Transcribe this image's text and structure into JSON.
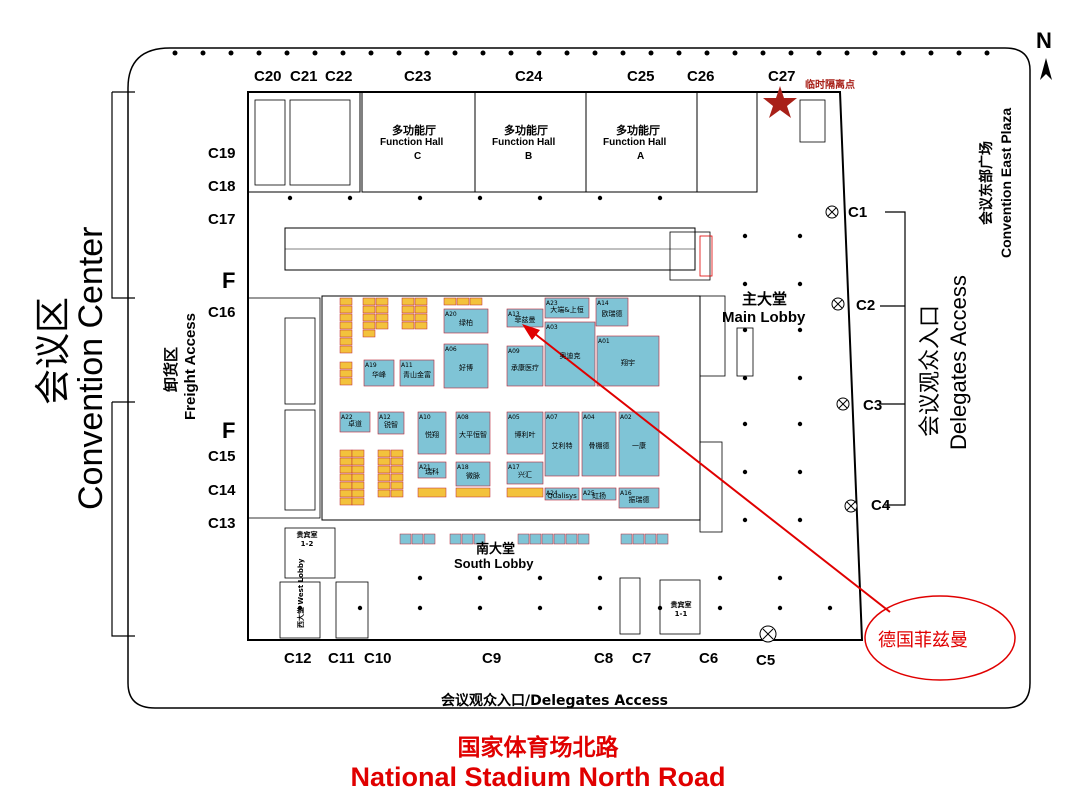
{
  "compass": {
    "label": "N"
  },
  "zones": {
    "convention_center_cn": "会议区",
    "convention_center_en": "Convention Center",
    "freight_cn": "卸货区",
    "freight_en": "Freight Access",
    "delegates_cn": "会议观众入口",
    "delegates_en": "Delegates Access",
    "east_plaza_cn": "会议东部广场",
    "east_plaza_en": "Convention East Plaza",
    "south_delegates": "会议观众入口/Delegates Access",
    "main_lobby_cn": "主大堂",
    "main_lobby_en": "Main Lobby",
    "south_lobby_cn": "南大堂",
    "south_lobby_en": "South Lobby",
    "isolation_point": "临时隔离点"
  },
  "function_halls": [
    {
      "cn": "多功能厅",
      "en": "Function Hall",
      "letter": "C"
    },
    {
      "cn": "多功能厅",
      "en": "Function Hall",
      "letter": "B"
    },
    {
      "cn": "多功能厅",
      "en": "Function Hall",
      "letter": "A"
    }
  ],
  "gates_top": [
    "C20",
    "C21",
    "C22",
    "C23",
    "C24",
    "C25",
    "C26",
    "C27"
  ],
  "gates_left": [
    "C19",
    "C18",
    "C17",
    "F",
    "C16",
    "F",
    "C15",
    "C14",
    "C13"
  ],
  "gates_right": [
    "C1",
    "C2",
    "C3",
    "C4"
  ],
  "gates_bottom": [
    "C12",
    "C11",
    "C10",
    "C9",
    "C8",
    "C7",
    "C6",
    "C5"
  ],
  "vip_rooms": [
    "贵宾室 1-2",
    "贵宾室 1-1"
  ],
  "west_lobby": "西大堂 West Lobby",
  "booths": [
    {
      "id": "A06",
      "name": "好博"
    },
    {
      "id": "A03",
      "name": "奥迪克"
    },
    {
      "id": "A01",
      "name": "翔宇"
    },
    {
      "id": "A09",
      "name": "承康医疗"
    },
    {
      "id": "A13",
      "name": "菲兹曼"
    },
    {
      "id": "A19",
      "name": "华峰"
    },
    {
      "id": "A11",
      "name": "青山金富"
    },
    {
      "id": "A12",
      "name": "锐智"
    },
    {
      "id": "A10",
      "name": "悦翔"
    },
    {
      "id": "A08",
      "name": "大平恒智"
    },
    {
      "id": "A05",
      "name": "博利叶"
    },
    {
      "id": "A07",
      "name": "艾利特"
    },
    {
      "id": "A04",
      "name": "骨棚德"
    },
    {
      "id": "A02",
      "name": "一康"
    },
    {
      "id": "A21",
      "name": "瑞科"
    },
    {
      "id": "A18",
      "name": "微脉"
    },
    {
      "id": "A17",
      "name": "兴汇"
    },
    {
      "id": "A24",
      "name": "Qualisys"
    },
    {
      "id": "A25",
      "name": "虹扬"
    },
    {
      "id": "A16",
      "name": "振瑞德"
    },
    {
      "id": "A14",
      "name": "欧瑞德"
    },
    {
      "id": "A23",
      "name": "大端&上恒"
    },
    {
      "id": "A22",
      "name": "卓道"
    },
    {
      "id": "A20",
      "name": "绿柏"
    }
  ],
  "callout": {
    "label": "德国菲兹曼",
    "target_booth": "A13"
  },
  "road": {
    "cn": "国家体育场北路",
    "en": "National Stadium North Road"
  },
  "colors": {
    "road_text": "#e00000",
    "callout": "#e00000",
    "booth_fill": "#7fc4d6",
    "small_booth_fill": "#f3c23c",
    "star": "#a82018"
  }
}
